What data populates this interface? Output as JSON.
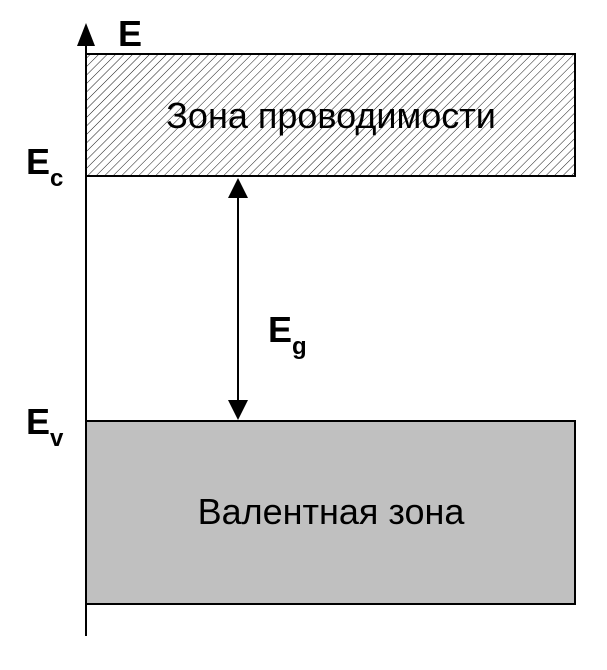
{
  "diagram": {
    "axis_label": "E",
    "conduction_band": {
      "label": "Зона проводимости",
      "edge_label": {
        "main": "E",
        "sub": "c"
      },
      "fill": "hatched"
    },
    "valence_band": {
      "label": "Валентная зона",
      "edge_label": {
        "main": "E",
        "sub": "v"
      },
      "fill_color": "#c0c0c0"
    },
    "gap": {
      "label": {
        "main": "E",
        "sub": "g"
      }
    }
  }
}
